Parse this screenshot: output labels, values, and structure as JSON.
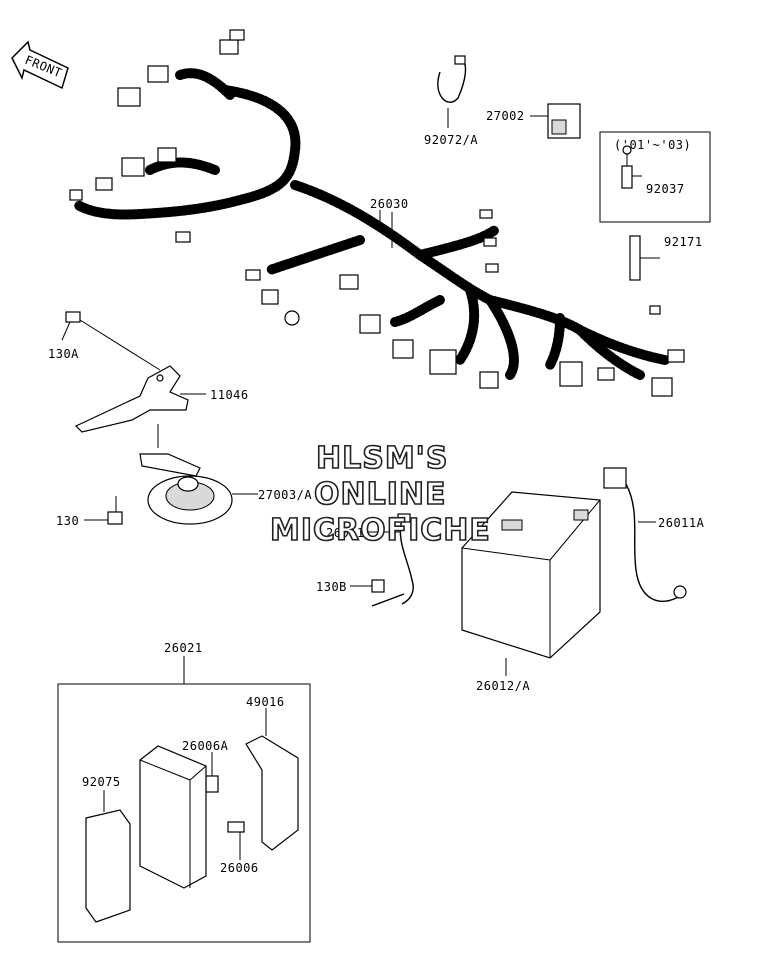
{
  "front_indicator": {
    "text": "FRONT"
  },
  "labels": {
    "p92072A": "92072/A",
    "p27002": "27002",
    "year_range": "('01'~'03)",
    "p92037": "92037",
    "p26030": "26030",
    "p92171": "92171",
    "p130A": "130A",
    "p11046": "11046",
    "p27003A": "27003/A",
    "p130": "130",
    "p26011": "26011",
    "p26011A": "26011A",
    "p130B": "130B",
    "p26012A": "26012/A",
    "p26021": "26021",
    "p49016": "49016",
    "p26006A": "26006A",
    "p92075": "92075",
    "p26006": "26006"
  },
  "watermark": {
    "line1": "HLSM'S",
    "line2": "ONLINE",
    "line3": "MICROFICHE"
  }
}
